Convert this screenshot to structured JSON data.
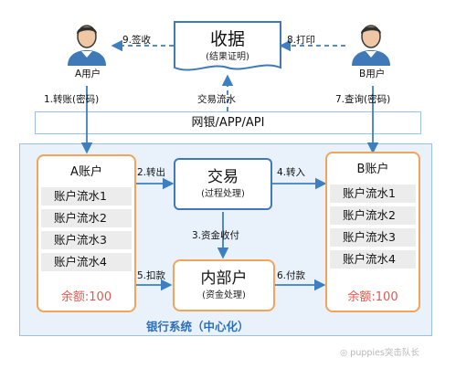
{
  "users": {
    "a": {
      "label": "A用户"
    },
    "b": {
      "label": "B用户"
    }
  },
  "receipt": {
    "title": "收据",
    "subtitle": "(结果证明)"
  },
  "transaction": {
    "title": "交易",
    "subtitle": "(过程处理)"
  },
  "internal": {
    "title": "内部户",
    "subtitle": "(资金处理)"
  },
  "api_bar": {
    "label": "网银/APP/API"
  },
  "flow_caption": "交易流水",
  "steps": {
    "s1": "1.转账(密码)",
    "s2": "2.转出",
    "s3": "3.资金收付",
    "s4": "4.转入",
    "s5": "5.扣款",
    "s6": "6.付款",
    "s7": "7.查询(密码)",
    "s8": "8.打印",
    "s9": "9.签收"
  },
  "account_a": {
    "title": "A账户",
    "flows": [
      "账户流水1",
      "账户流水2",
      "账户流水3",
      "账户流水4"
    ],
    "balance": "余额:100"
  },
  "account_b": {
    "title": "B账户",
    "flows": [
      "账户流水1",
      "账户流水2",
      "账户流水3",
      "账户流水4"
    ],
    "balance": "余额:100"
  },
  "bank_system": {
    "label": "银行系统（中心化）"
  },
  "watermark": "◎ puppies突击队长",
  "colors": {
    "blue_border": "#3f79b8",
    "arrow": "#3d7fc1",
    "orange_border": "#f2a35c",
    "region_fill": "#e9f2fb",
    "balance_red": "#e05a4f"
  }
}
